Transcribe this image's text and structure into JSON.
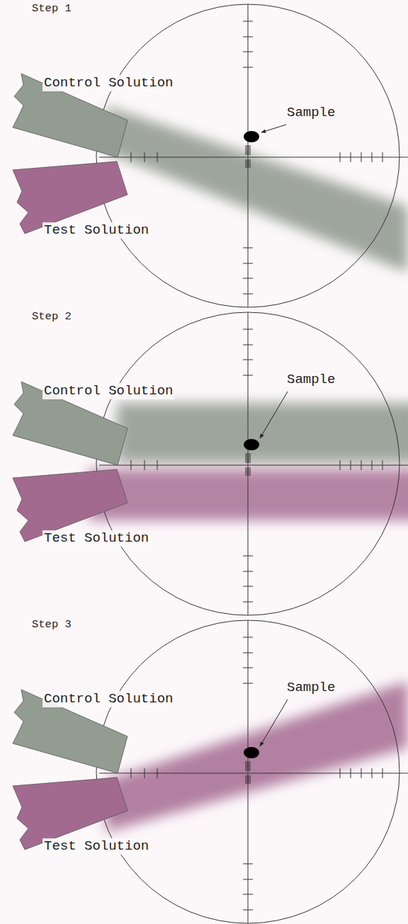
{
  "diagram": {
    "labels": [
      "Step 1",
      "Control Solution",
      "Sample",
      "Test Solution",
      "Step 2",
      "Sample",
      "Control Solution",
      "Test Solution",
      "Step 3",
      "Sample",
      "Control Solution",
      "Test Solution"
    ]
  }
}
